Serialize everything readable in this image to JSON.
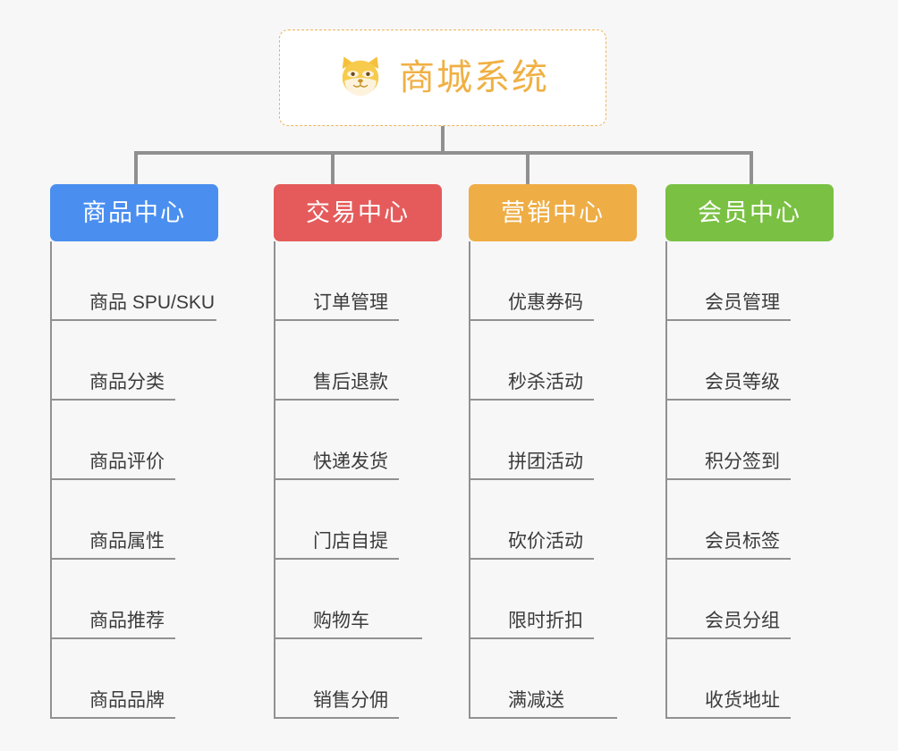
{
  "background_color": "#f7f7f7",
  "root": {
    "title": "商城系统",
    "icon": "shiba-dog-icon",
    "text_color": "#f0b044",
    "border_color": "#eeb45c",
    "background_color": "#ffffff"
  },
  "connector_color": "#909090",
  "columns": [
    {
      "title": "商品中心",
      "color": "#4a8ff0",
      "items": [
        "商品 SPU/SKU",
        "商品分类",
        "商品评价",
        "商品属性",
        "商品推荐",
        "商品品牌"
      ]
    },
    {
      "title": "交易中心",
      "color": "#e55b5b",
      "items": [
        "订单管理",
        "售后退款",
        "快递发货",
        "门店自提",
        "购物车",
        "销售分佣"
      ]
    },
    {
      "title": "营销中心",
      "color": "#eead45",
      "items": [
        "优惠券码",
        "秒杀活动",
        "拼团活动",
        "砍价活动",
        "限时折扣",
        "满减送"
      ]
    },
    {
      "title": "会员中心",
      "color": "#7ac143",
      "items": [
        "会员管理",
        "会员等级",
        "积分签到",
        "会员标签",
        "会员分组",
        "收货地址"
      ]
    }
  ]
}
